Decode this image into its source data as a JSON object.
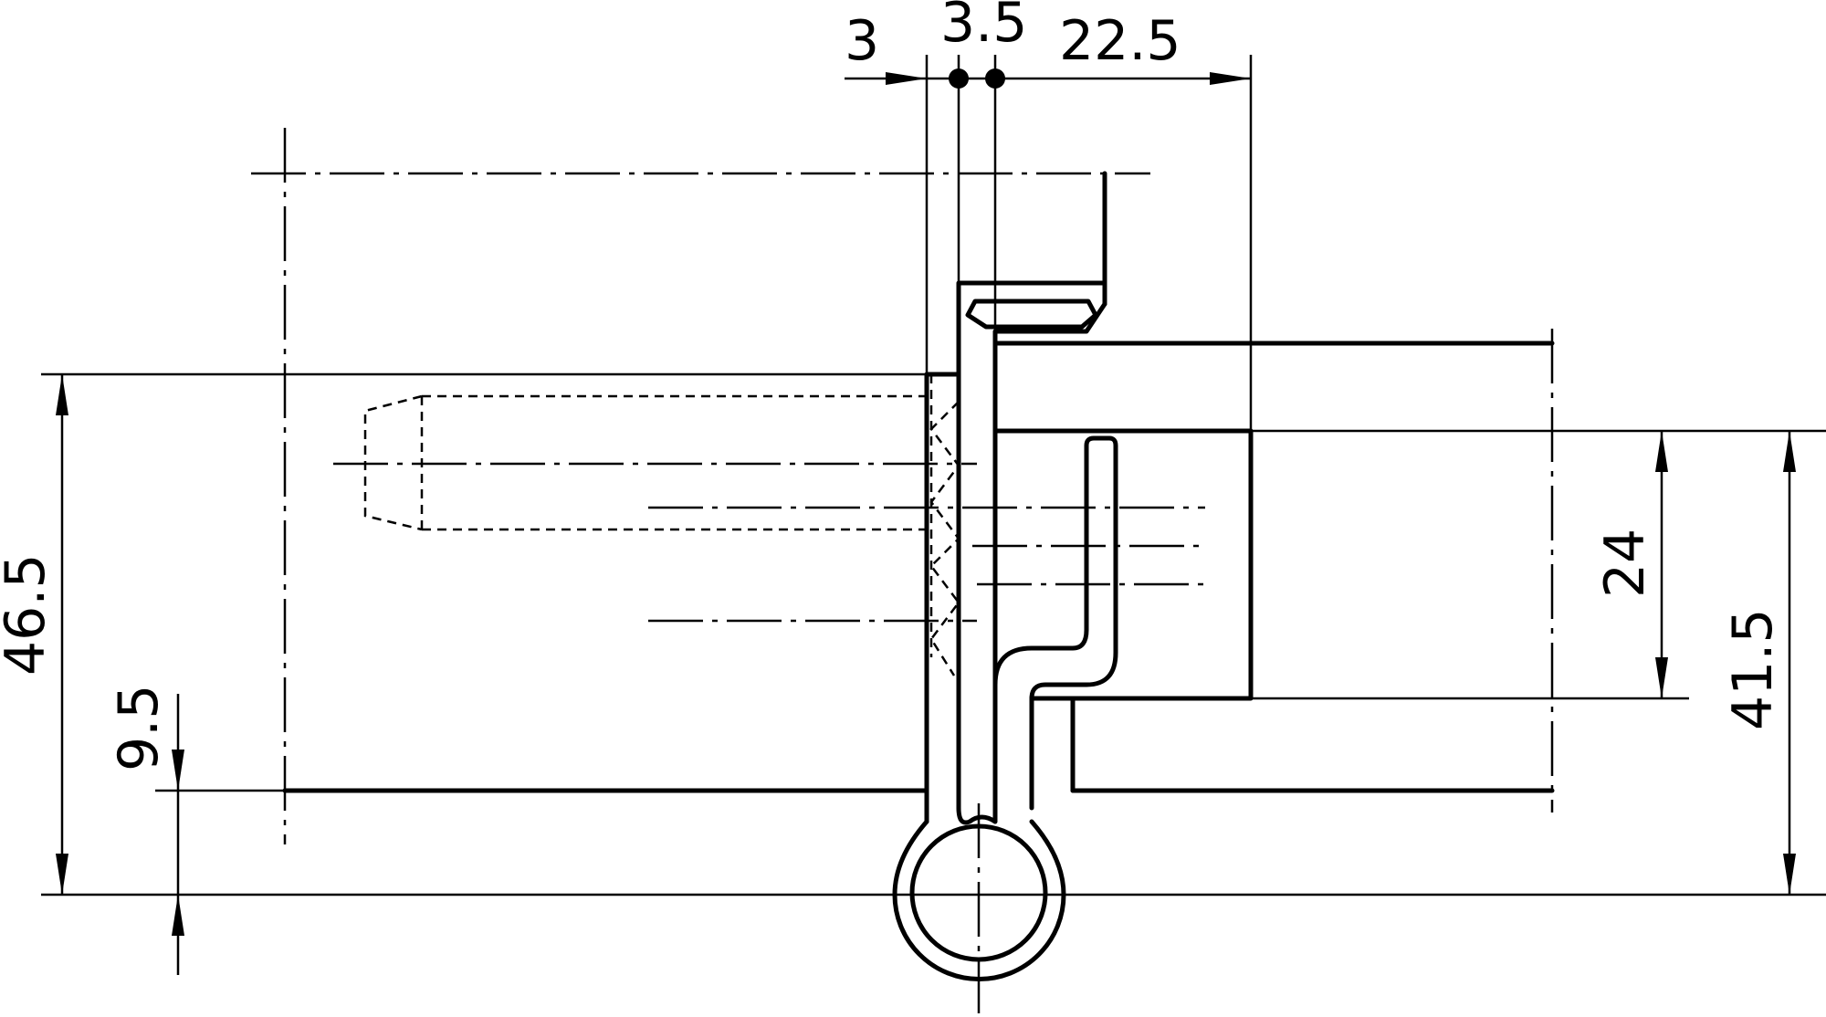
{
  "drawing": {
    "type": "hinge-technical-section",
    "dimensions": {
      "d_3": "3",
      "d_3_5": "3.5",
      "d_22_5": "22.5",
      "d_46_5": "46.5",
      "d_9_5": "9.5",
      "d_24": "24",
      "d_41_5": "41.5"
    }
  }
}
